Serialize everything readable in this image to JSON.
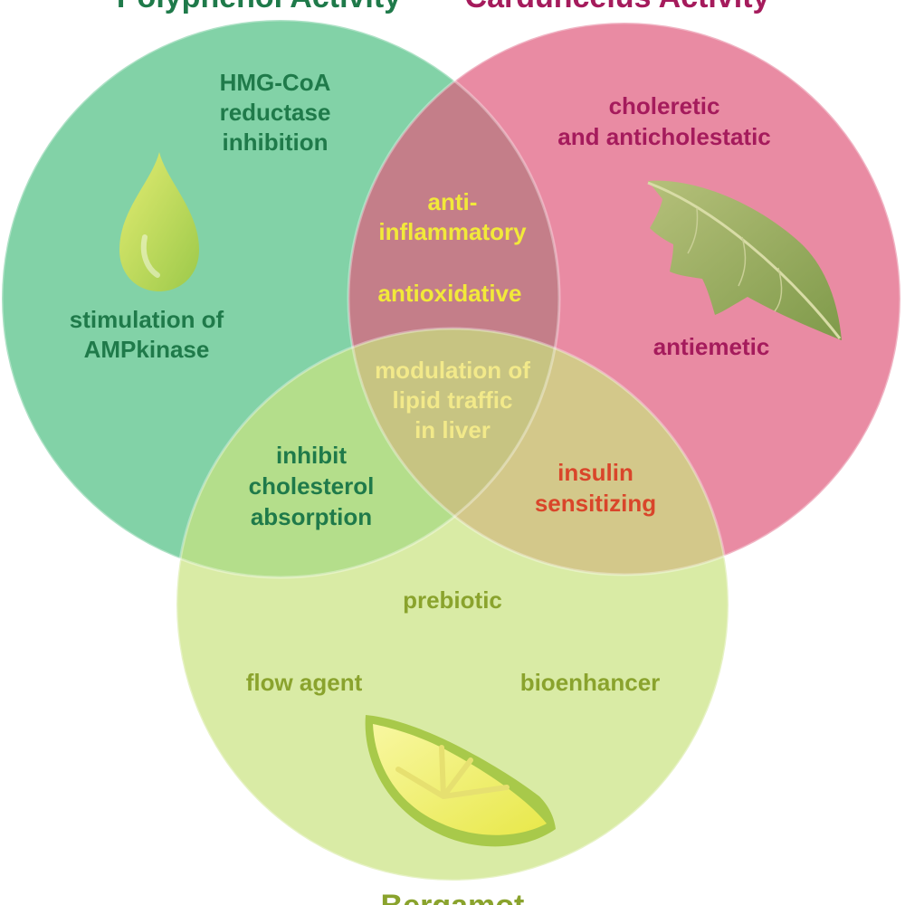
{
  "sets": {
    "polyphenol": {
      "title": "Polyphenol Activity",
      "color": "#1f7a4a"
    },
    "carduncelus": {
      "title": "Carduncelus Activity",
      "color": "#a51b5c"
    },
    "bergamot": {
      "title": "Bergamot",
      "color": "#8aa32d"
    }
  },
  "colors": {
    "green_circle": "#4dbf82",
    "pink_circle": "#e05a7c",
    "lime_circle": "#c9e27f",
    "overlap_text_yellow": "#f2e93a",
    "insulin_text_red": "#d9452a",
    "polyphenol_text": "#1f7a4a",
    "carduncelus_text": "#a51b5c",
    "bergamot_text": "#8aa32d"
  },
  "regions": {
    "polyphenol_only": {
      "hmg_line1": "HMG-CoA",
      "hmg_line2": "reductase",
      "hmg_line3": "inhibition",
      "ampk_line1": "stimulation of",
      "ampk_line2": "AMPkinase"
    },
    "carduncelus_only": {
      "chol_line1": "choleretic",
      "chol_line2": "and anticholestatic",
      "antiemetic": "antiemetic"
    },
    "bergamot_only": {
      "prebiotic": "prebiotic",
      "flow_agent": "flow agent",
      "bioenhancer": "bioenhancer"
    },
    "polyphenol_carduncelus": {
      "anti_line1": "anti-",
      "anti_line2": "inflammatory",
      "antioxidative": "antioxidative"
    },
    "polyphenol_bergamot": {
      "line1": "inhibit",
      "line2": "cholesterol",
      "line3": "absorption"
    },
    "carduncelus_bergamot": {
      "line1": "insulin",
      "line2": "sensitizing"
    },
    "all_three": {
      "line1": "modulation of",
      "line2": "lipid traffic",
      "line3": "in liver"
    }
  },
  "icons": {
    "drop": "drop-icon",
    "leaf": "leaf-icon",
    "lemon": "lemon-slice-icon"
  }
}
